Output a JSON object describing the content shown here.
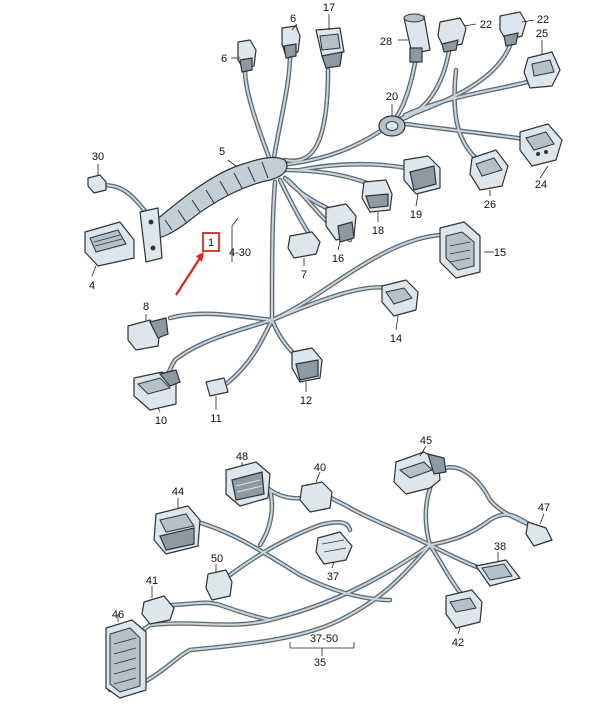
{
  "callouts": {
    "c1": "1",
    "c4": "4",
    "c4_30": "4-30",
    "c5": "5",
    "c6a": "6",
    "c6b": "6",
    "c7": "7",
    "c8": "8",
    "c10": "10",
    "c11": "11",
    "c12": "12",
    "c14": "14",
    "c15": "15",
    "c16": "16",
    "c17": "17",
    "c18": "18",
    "c19": "19",
    "c20": "20",
    "c22a": "22",
    "c22b": "22",
    "c24": "24",
    "c25": "25",
    "c26": "26",
    "c28": "28",
    "c30": "30",
    "c35": "35",
    "c37": "37",
    "c37_50": "37-50",
    "c38": "38",
    "c40": "40",
    "c41": "41",
    "c42": "42",
    "c44": "44",
    "c45": "45",
    "c46": "46",
    "c47": "47",
    "c48": "48",
    "c50": "50"
  },
  "highlight": {
    "part_number": "1",
    "color": "#e3241b"
  },
  "colors": {
    "wire": "#5d6a72",
    "wire_highlight": "#c9d6df",
    "connector": "#dde6ec",
    "outline": "#2d3338"
  }
}
